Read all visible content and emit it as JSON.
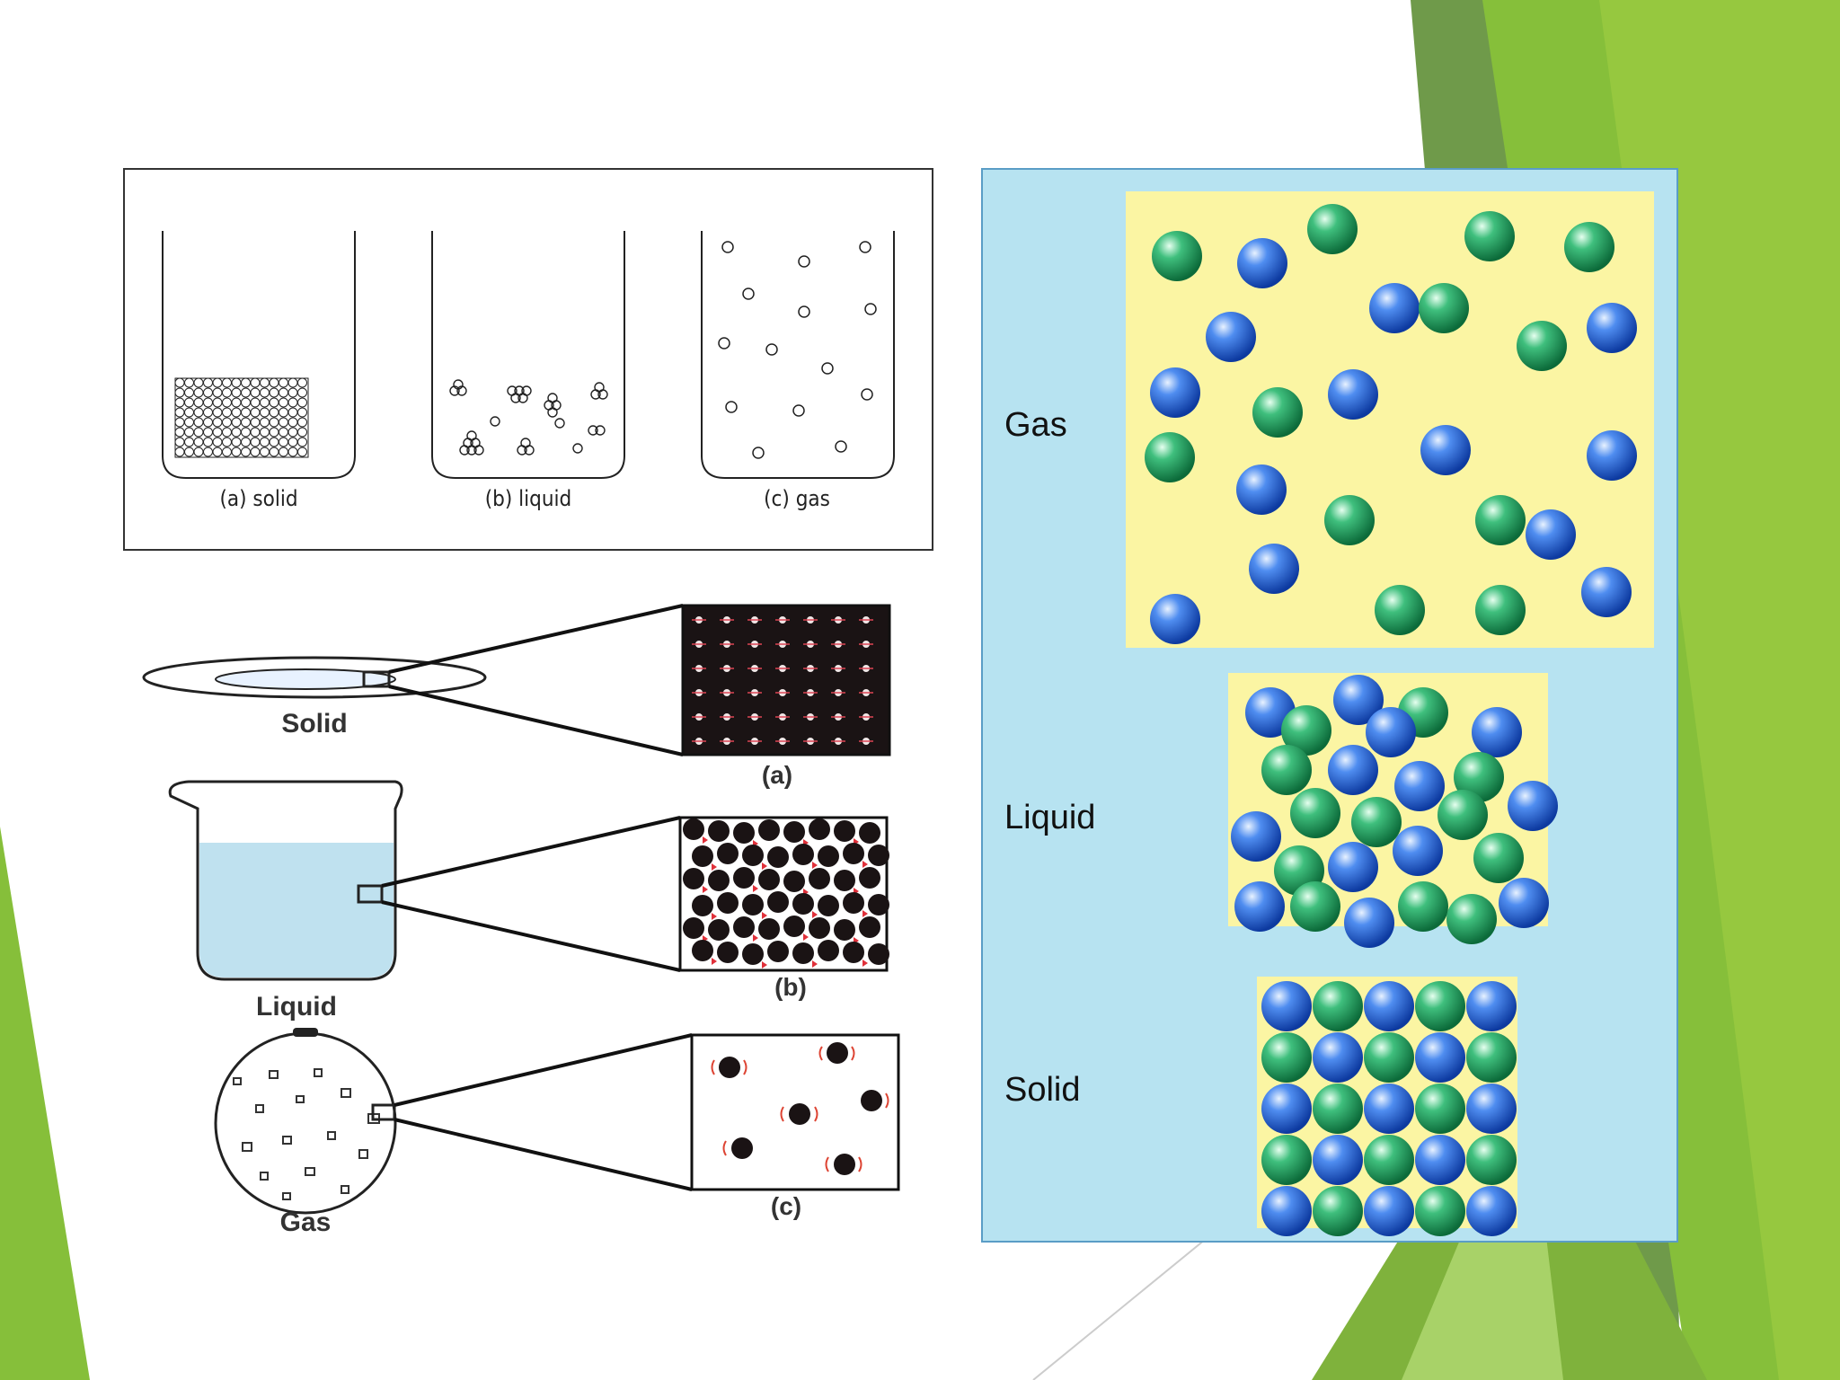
{
  "colors": {
    "green_light": "#8dc63f",
    "green_dark": "#5f8f3a",
    "panel_blue": "#b7e3f1",
    "panel_yellow": "#fbf5a3",
    "sphere_blue": "#1f5fd0",
    "sphere_green": "#1f9a5a"
  },
  "beakers_panel": {
    "labels": [
      "(a) solid",
      "(b) liquid",
      "(c) gas"
    ]
  },
  "containers_panel": {
    "solid_label": "Solid",
    "liquid_label": "Liquid",
    "gas_label": "Gas",
    "zoom_labels": [
      "(a)",
      "(b)",
      "(c)"
    ]
  },
  "spheres_panel": {
    "gas_label": "Gas",
    "liquid_label": "Liquid",
    "solid_label": "Solid"
  }
}
